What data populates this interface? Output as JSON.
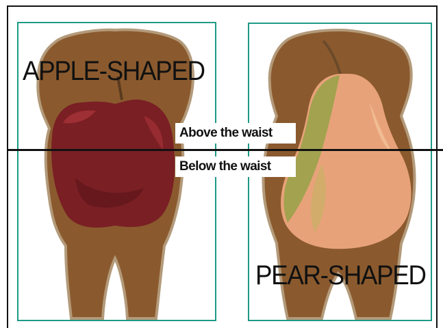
{
  "panels": {
    "apple": {
      "label": "APPLE-SHAPED"
    },
    "pear": {
      "label": "PEAR-SHAPED"
    }
  },
  "waist": {
    "above": "Above the waist",
    "below": "Below the waist"
  },
  "colors": {
    "body": "#8a5a2e",
    "body_outline": "#b39a7a",
    "panel_border": "#1e9a86",
    "apple": "#7a1f24",
    "apple_highlight": "#a8333a",
    "pear_green": "#9aa24a",
    "pear_peach": "#e8a27a",
    "waist_line": "#111111"
  }
}
